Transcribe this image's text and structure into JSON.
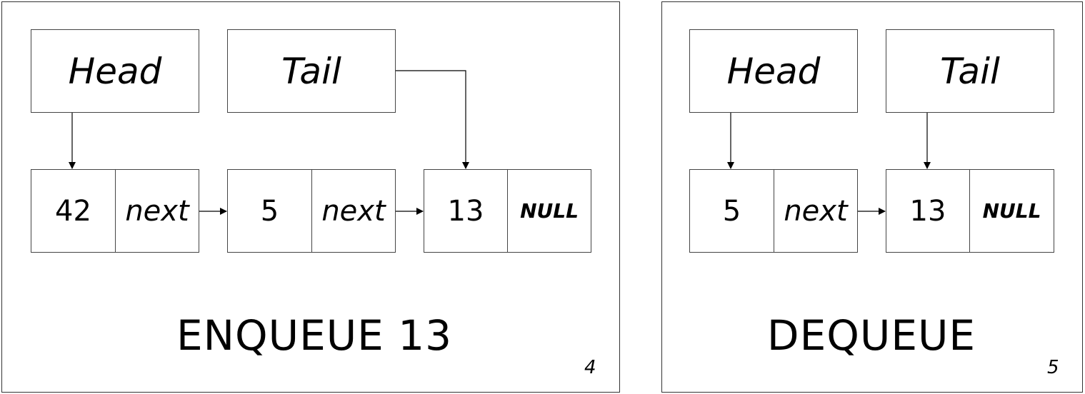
{
  "left_slide": {
    "head_label": "Head",
    "tail_label": "Tail",
    "nodes": [
      {
        "value": "42",
        "next": "next"
      },
      {
        "value": "5",
        "next": "next"
      },
      {
        "value": "13",
        "next": "NULL"
      }
    ],
    "caption": "ENQUEUE 13",
    "page_number": "4"
  },
  "right_slide": {
    "head_label": "Head",
    "tail_label": "Tail",
    "nodes": [
      {
        "value": "5",
        "next": "next"
      },
      {
        "value": "13",
        "next": "NULL"
      }
    ],
    "caption": "DEQUEUE",
    "page_number": "5"
  }
}
